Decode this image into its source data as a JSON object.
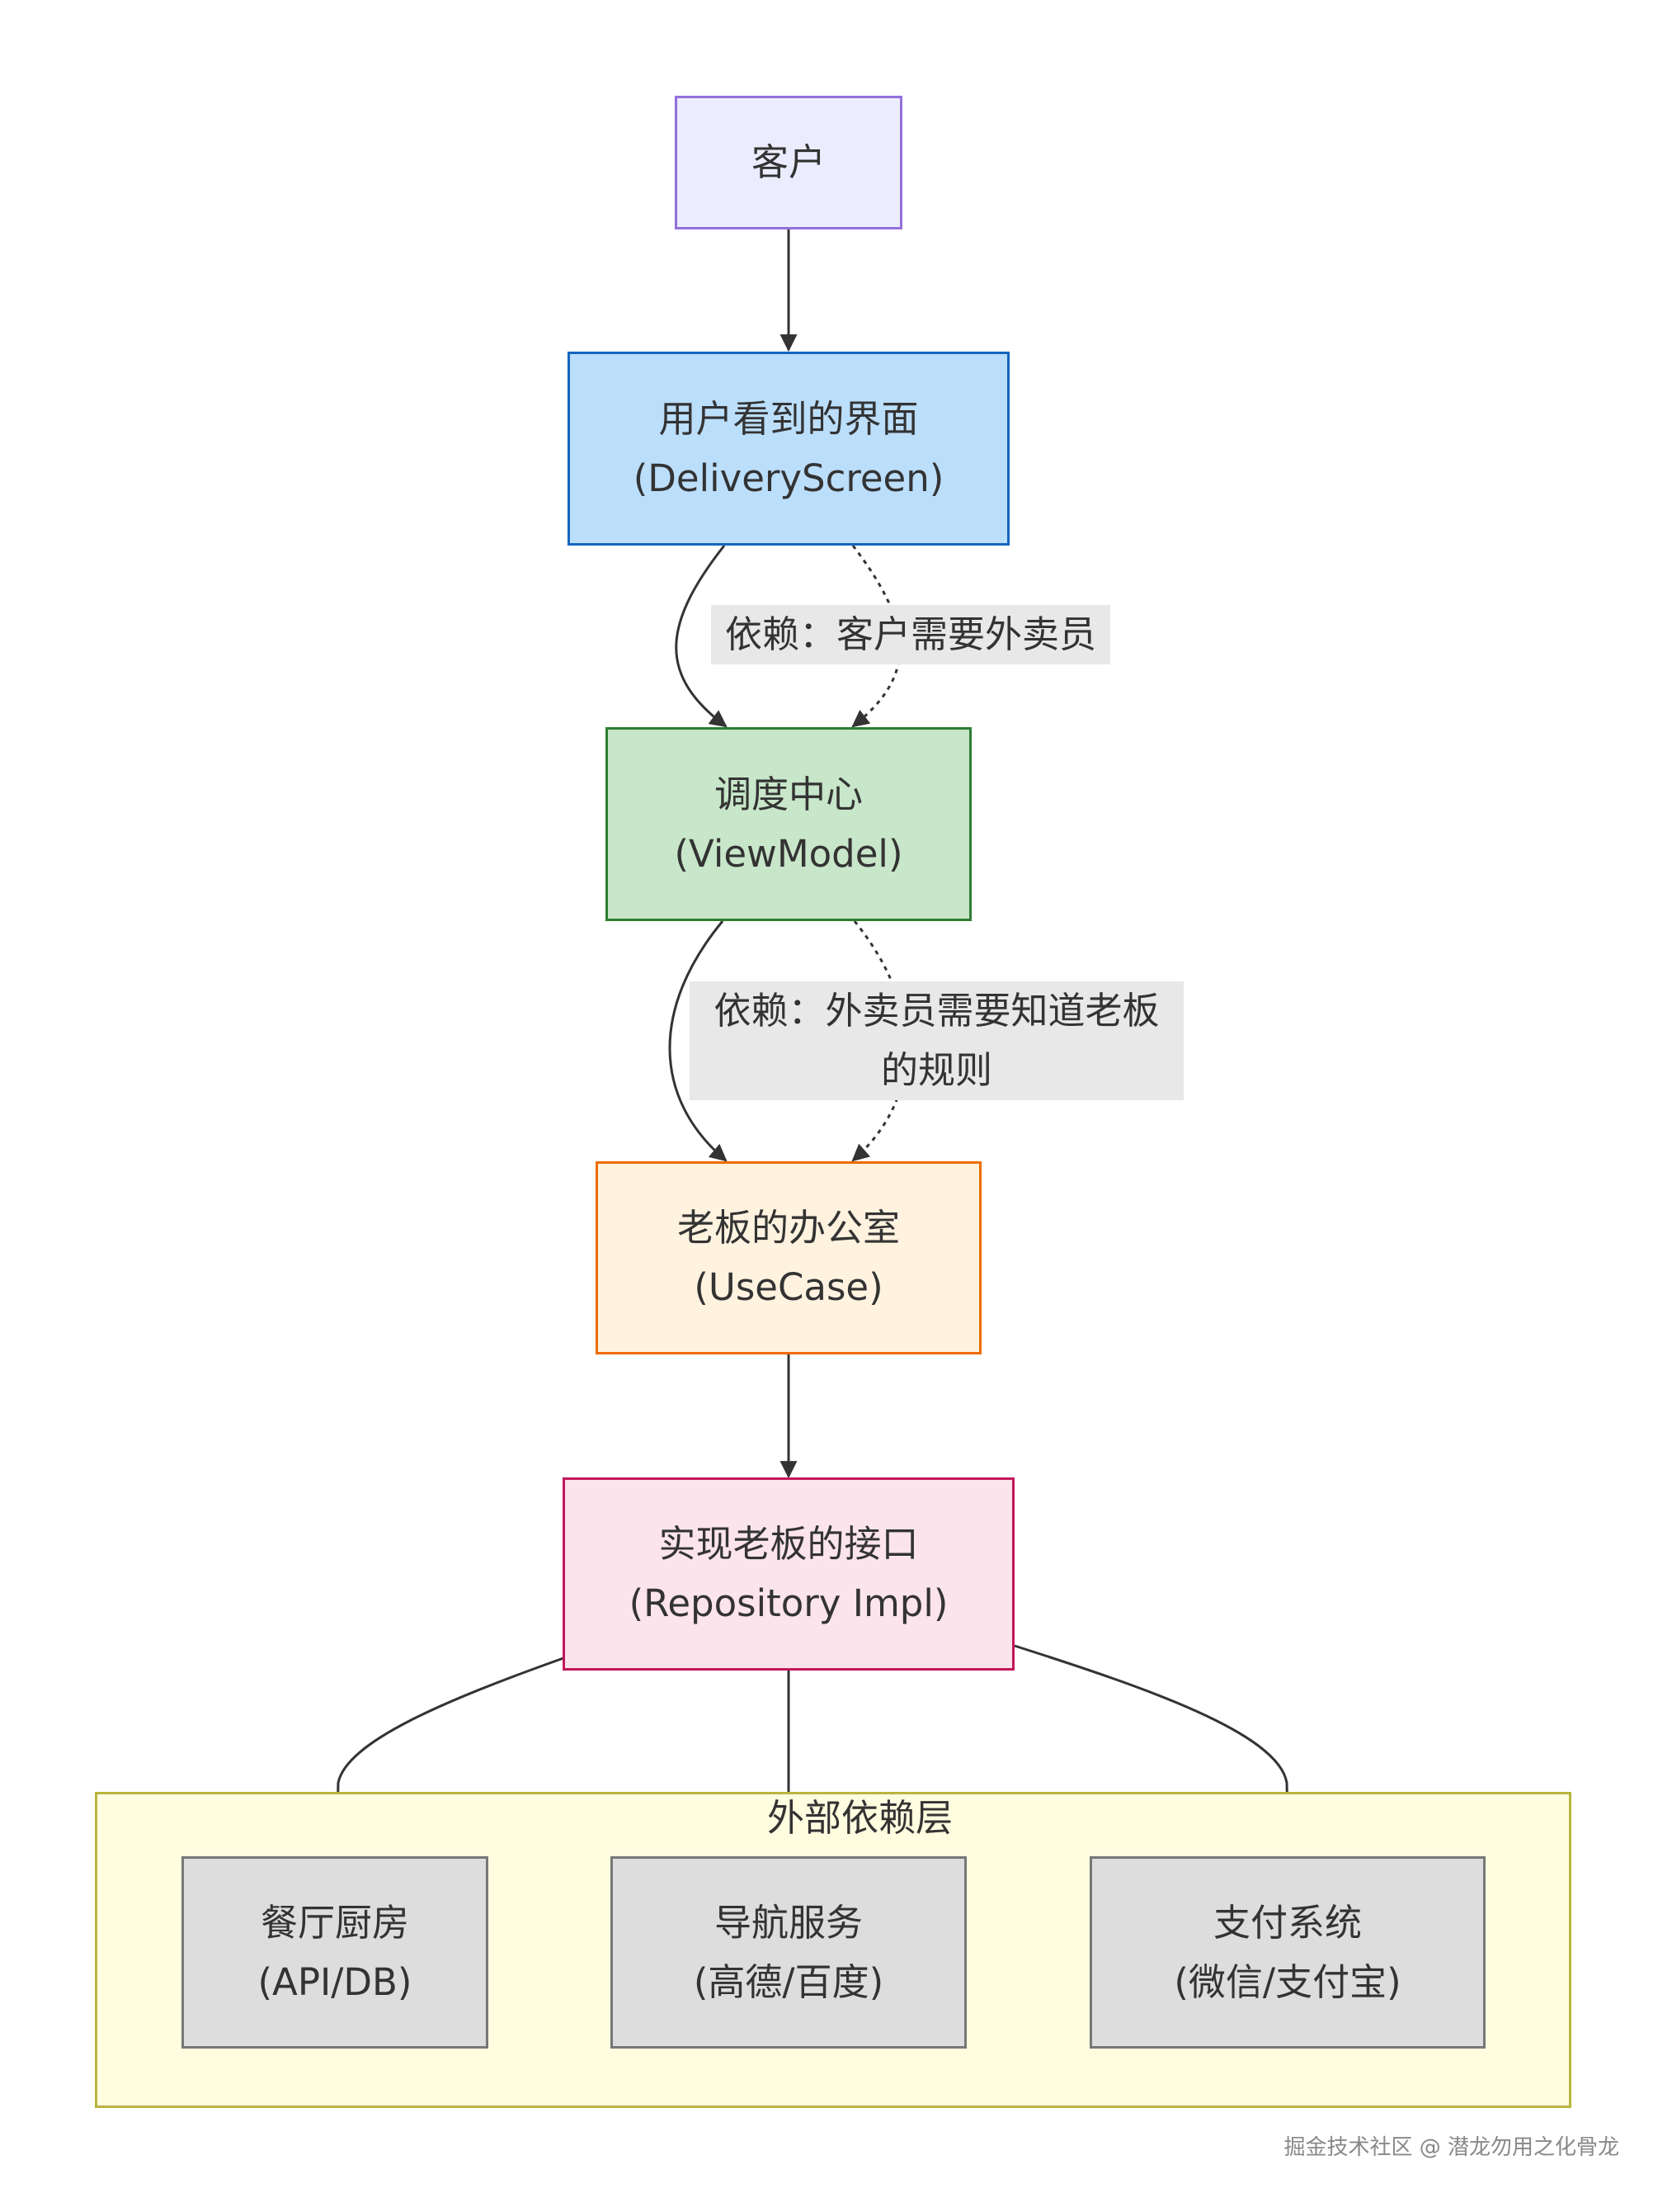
{
  "nodes": {
    "customer": {
      "line1": "客户"
    },
    "screen": {
      "line1": "用户看到的界面",
      "line2": "(DeliveryScreen)"
    },
    "viewmodel": {
      "line1": "调度中心",
      "line2": "(ViewModel)"
    },
    "usecase": {
      "line1": "老板的办公室",
      "line2": "(UseCase)"
    },
    "repo": {
      "line1": "实现老板的接口",
      "line2": "(Repository Impl)"
    },
    "kitchen": {
      "line1": "餐厅厨房",
      "line2": "(API/DB)"
    },
    "navigation": {
      "line1": "导航服务",
      "line2": "(高德/百度)"
    },
    "payment": {
      "line1": "支付系统",
      "line2": "(微信/支付宝)"
    }
  },
  "edge_labels": {
    "screen_to_viewmodel": "依赖：客户需要外卖员",
    "viewmodel_to_usecase_line1": "依赖：外卖员需要知道老板",
    "viewmodel_to_usecase_line2": "的规则"
  },
  "subgraph": {
    "title": "外部依赖层"
  },
  "watermark": "掘金技术社区 @ 潜龙勿用之化骨龙",
  "colors": {
    "customer_fill": "#ECECFF",
    "customer_border": "#9370DB",
    "screen_fill": "#BBDEFB",
    "screen_border": "#1565C0",
    "viewmodel_fill": "#C8E6C9",
    "viewmodel_border": "#2E7D32",
    "usecase_fill": "#FFF3E0",
    "usecase_border": "#EF6C00",
    "repo_fill": "#FCE4EC",
    "repo_border": "#C2185B",
    "external_fill": "#DDDDDD",
    "external_border": "#777777",
    "subgraph_fill": "#FFFDE0",
    "subgraph_border": "#B9B53C",
    "edge_label_bg": "#E8E8E8",
    "arrow": "#333333"
  }
}
